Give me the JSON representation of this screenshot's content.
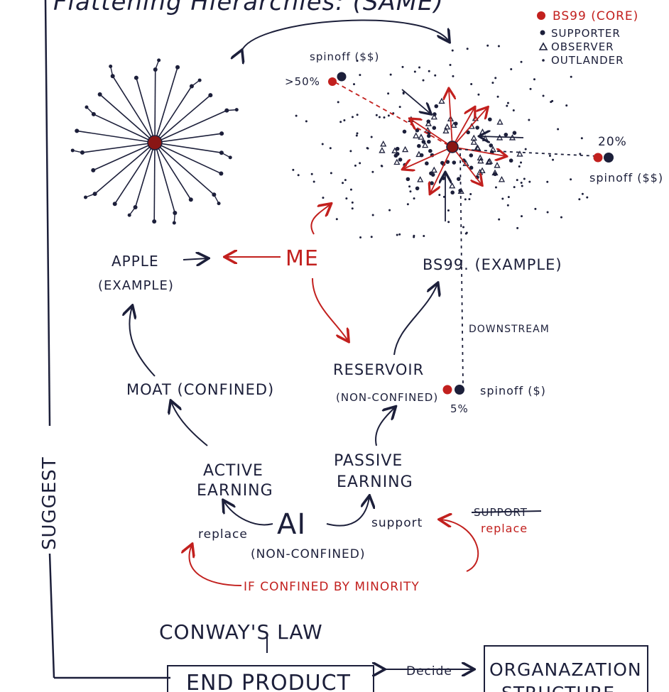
{
  "colors": {
    "ink": "#1c1f3a",
    "red": "#c2201e",
    "paper": "#ffffff"
  },
  "title": "Flattening Hierarchies: (SAME)",
  "vertical_label": "SUGGEST",
  "legend": {
    "core": "BS99 (CORE)",
    "supporter": "SUPPORTER",
    "observer": "OBSERVER",
    "outlander": "OUTLANDER"
  },
  "spinoffs": {
    "top": {
      "label": "spinoff ($$)",
      "share": ">50%"
    },
    "right": {
      "label": "spinoff ($$)",
      "share": "20%"
    },
    "bottom": {
      "label": "spinoff ($)",
      "share": "5%"
    }
  },
  "nodes": {
    "me": "ME",
    "apple": "APPLE",
    "apple_sub": "(EXAMPLE)",
    "bs99": "BS99. (EXAMPLE)",
    "downstream": "DOWNSTREAM",
    "moat": "MOAT (CONFINED)",
    "reservoir": "RESERVOIR",
    "reservoir_sub": "(NON-CONFINED)",
    "active": "ACTIVE",
    "active_2": "EARNING",
    "passive": "PASSIVE",
    "passive_2": "EARNING",
    "ai": "AI",
    "ai_sub": "(NON-CONFINED)",
    "replace_left": "replace",
    "support": "support",
    "support_struck": "SUPPORT",
    "replace_right": "replace",
    "confined": "IF CONFINED BY MINORITY",
    "conway": "CONWAY'S LAW",
    "end_product": "END PRODUCT",
    "decide": "Decide",
    "organization": "ORGANAZATION",
    "structure": "STRUCTURE"
  }
}
